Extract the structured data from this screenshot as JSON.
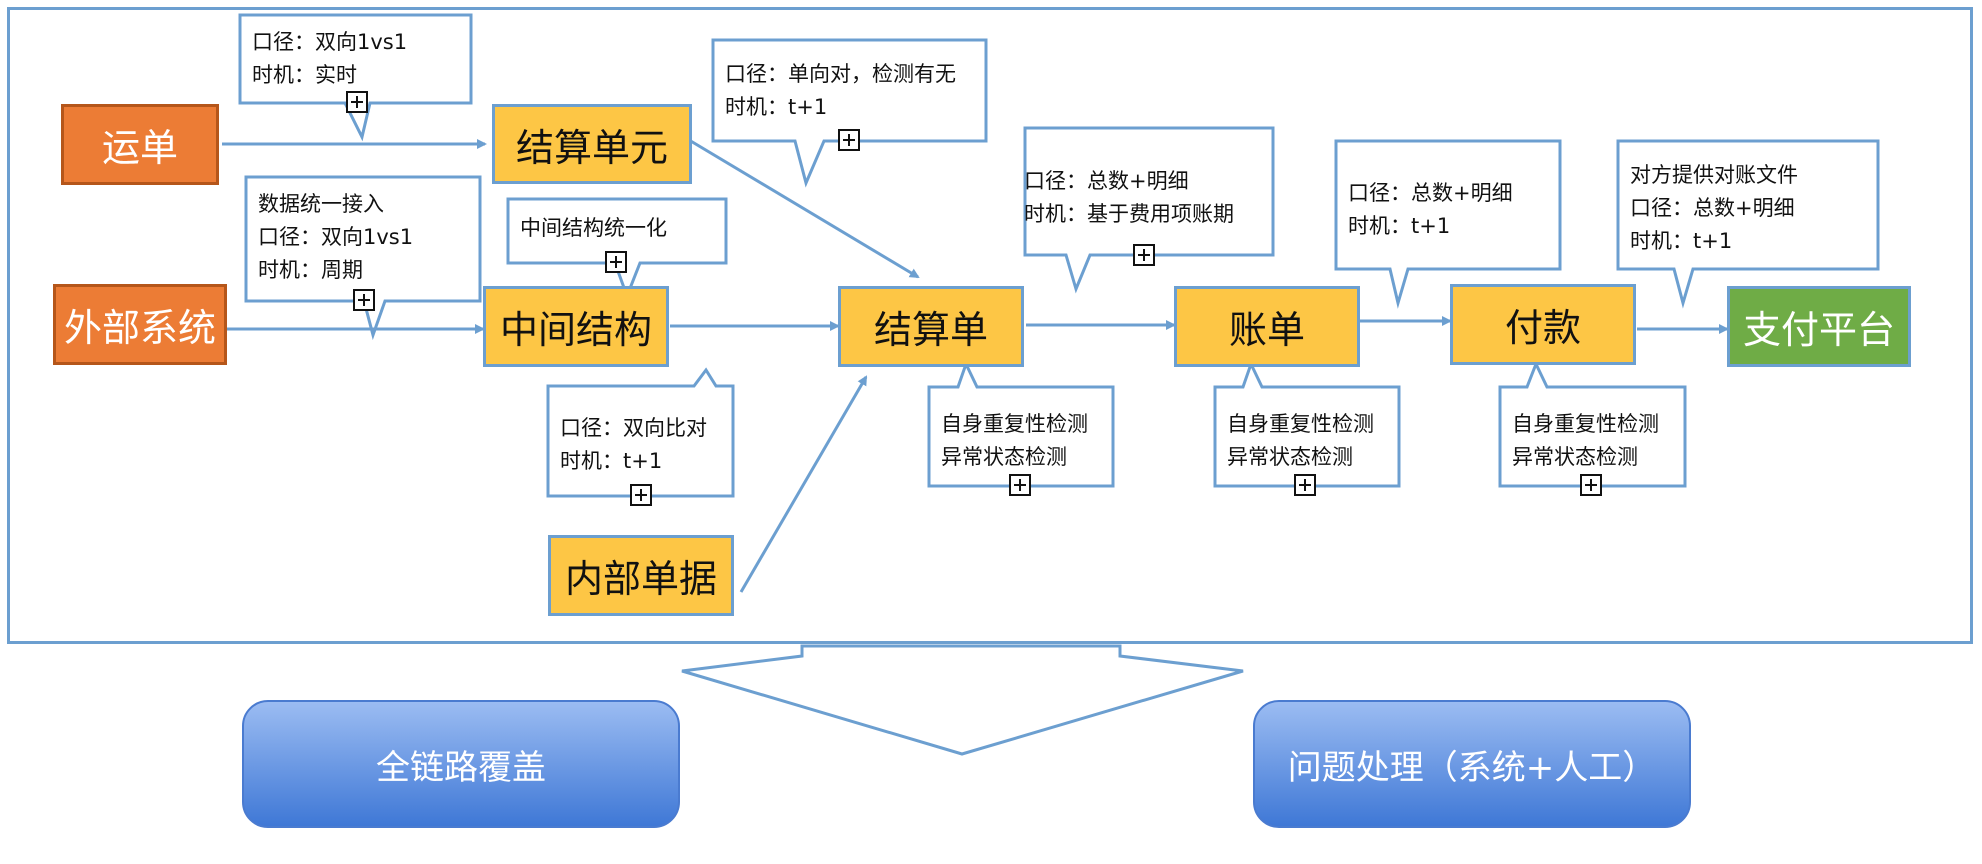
{
  "nodes": {
    "yundan": "运单",
    "waibu": "外部系统",
    "jiesuan_unit": "结算单元",
    "zhongjian": "中间结构",
    "neibu": "内部单据",
    "jiesuandan": "结算单",
    "zhangdan": "账单",
    "fukuan": "付款",
    "zhifu": "支付平台"
  },
  "notes": {
    "yundan_note": [
      "口径：双向1vs1",
      "时机：实时"
    ],
    "waibu_note": [
      "数据统一接入",
      "口径：双向1vs1",
      "时机：周期"
    ],
    "zhongjian_top_note": [
      "中间结构统一化"
    ],
    "zhongjian_bottom_note": [
      "口径：双向比对",
      "时机：t+1"
    ],
    "unit_note": [
      "口径：单向对，检测有无",
      "时机：t+1"
    ],
    "jiesuandan_top_note": [
      "口径：总数+明细",
      "时机：基于费用项账期"
    ],
    "jiesuandan_bottom_note": [
      "自身重复性检测",
      "异常状态检测"
    ],
    "zhangdan_top_note": [
      "口径：总数+明细",
      "时机：t+1"
    ],
    "zhangdan_bottom_note": [
      "自身重复性检测",
      "异常状态检测"
    ],
    "fukuan_top_note": [
      "对方提供对账文件",
      "口径：总数+明细",
      "时机：t+1"
    ],
    "fukuan_bottom_note": [
      "自身重复性检测",
      "异常状态检测"
    ]
  },
  "bottom": {
    "left_label": "全链路覆盖",
    "right_label": "问题处理（系统+人工）"
  },
  "colors": {
    "source_orange": "#ec7c35",
    "process_yellow": "#fdc645",
    "target_green": "#6fac46",
    "line_blue": "#6c9fd0",
    "pill_blue": "#4a7bd0"
  }
}
